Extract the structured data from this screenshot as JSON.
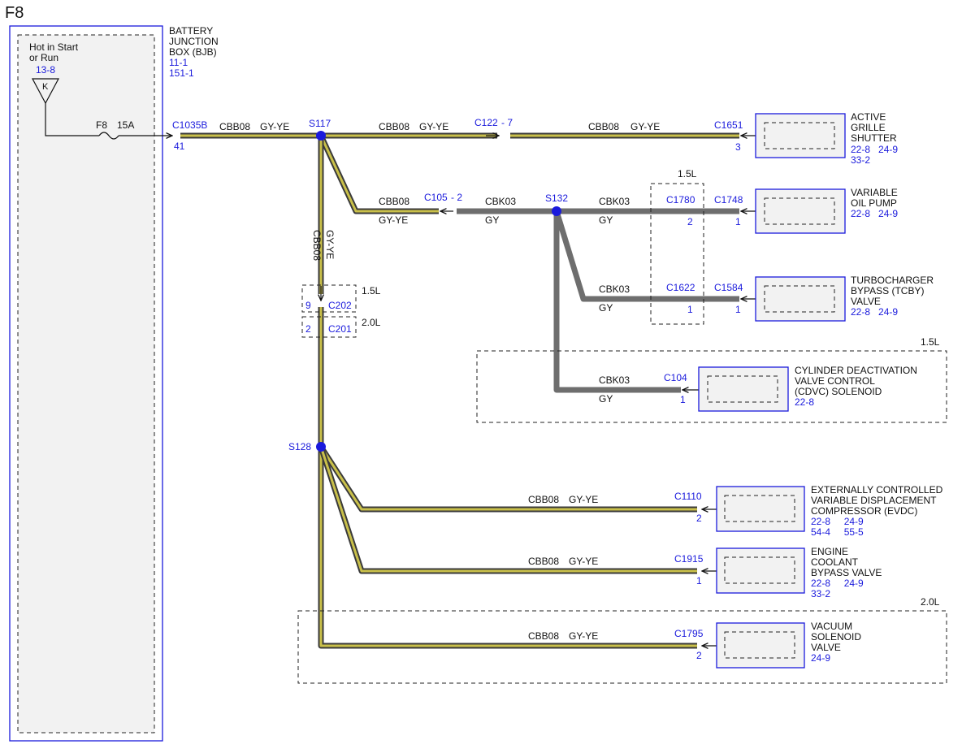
{
  "page_title": "F8",
  "bjb": {
    "name_lines": [
      "BATTERY",
      "JUNCTION",
      "BOX (BJB)"
    ],
    "refs": [
      "11-1",
      "151-1"
    ],
    "hot_lines": [
      "Hot in Start",
      "or Run"
    ],
    "hot_ref": "13-8",
    "relay": "K",
    "fuse": "F8",
    "fuse_rating": "15A",
    "connector": "C1035B",
    "pin": "41"
  },
  "colors": {
    "blue": "#1a1adc",
    "gy_ye_core": "#c9c04a",
    "gy": "#6e6e6e"
  },
  "splices": {
    "s117": "S117",
    "s132": "S132",
    "s128": "S128"
  },
  "wires": {
    "main_a": {
      "circuit": "CBB08",
      "color": "GY-YE"
    },
    "main_b": {
      "circuit": "CBB08",
      "color": "GY-YE"
    },
    "to_grille": {
      "circuit": "CBB08",
      "color": "GY-YE"
    },
    "c122": "C122",
    "c122_pin": "- 7",
    "to_c105": {
      "circuit": "CBB08",
      "color": "GY-YE"
    },
    "c105": "C105",
    "c105_pin": "- 2",
    "gy_a": {
      "circuit": "CBK03",
      "color": "GY"
    },
    "gy_b": {
      "circuit": "CBK03",
      "color": "GY"
    },
    "gy_c": {
      "circuit": "CBK03",
      "color": "GY"
    },
    "gy_d": {
      "circuit": "CBK03",
      "color": "GY"
    },
    "down": {
      "circuit": "CBB08",
      "color": "GY-YE"
    },
    "evdc": {
      "circuit": "CBB08",
      "color": "GY-YE"
    },
    "coolant": {
      "circuit": "CBB08",
      "color": "GY-YE"
    },
    "vacuum": {
      "circuit": "CBB08",
      "color": "GY-YE"
    }
  },
  "inline_connectors": {
    "c202": "C202",
    "c202_pin": "9",
    "c202_variant": "1.5L",
    "c201": "C201",
    "c201_pin": "2",
    "c201_variant": "2.0L",
    "c1780": "C1780",
    "c1780_pin": "2",
    "c1622": "C1622",
    "c1622_pin": "1",
    "group_variant": "1.5L"
  },
  "components": [
    {
      "connector": "C1651",
      "pin": "3",
      "lines": [
        "ACTIVE",
        "GRILLE",
        "SHUTTER"
      ],
      "refs": [
        "22-8   24-9",
        "33-2"
      ]
    },
    {
      "connector": "C1748",
      "pin": "1",
      "lines": [
        "VARIABLE",
        "OIL PUMP"
      ],
      "refs": [
        "22-8   24-9"
      ]
    },
    {
      "connector": "C1584",
      "pin": "1",
      "lines": [
        "TURBOCHARGER",
        "BYPASS (TCBY)",
        "VALVE"
      ],
      "refs": [
        "22-8   24-9"
      ]
    },
    {
      "connector": "C104",
      "pin": "1",
      "lines": [
        "CYLINDER DEACTIVATION",
        "VALVE CONTROL",
        "(CDVC) SOLENOID"
      ],
      "refs": [
        "22-8"
      ],
      "variant": "1.5L"
    },
    {
      "connector": "C1110",
      "pin": "2",
      "lines": [
        "EXTERNALLY CONTROLLED",
        "VARIABLE DISPLACEMENT",
        "COMPRESSOR (EVDC)"
      ],
      "refs": [
        "22-8     24-9",
        "54-4     55-5"
      ]
    },
    {
      "connector": "C1915",
      "pin": "1",
      "lines": [
        "ENGINE",
        "COOLANT",
        "BYPASS VALVE"
      ],
      "refs": [
        "22-8     24-9",
        "33-2"
      ]
    },
    {
      "connector": "C1795",
      "pin": "2",
      "lines": [
        "VACUUM",
        "SOLENOID",
        "VALVE"
      ],
      "refs": [
        "24-9"
      ],
      "variant": "2.0L"
    }
  ]
}
